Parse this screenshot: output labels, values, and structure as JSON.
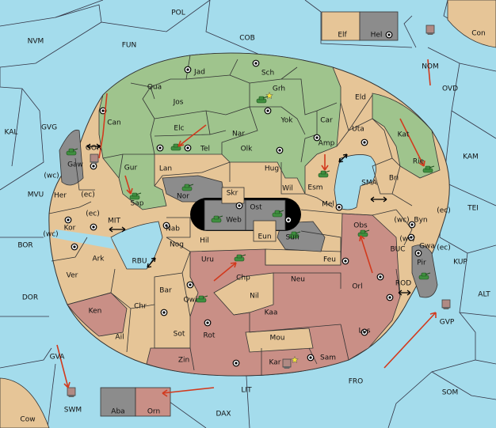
{
  "colors": {
    "sea": "#a4dcec",
    "tan": "#e6c597",
    "green": "#9fc48d",
    "red": "#c98f86",
    "gray": "#8c8c8c",
    "arrow": "#d23a1e",
    "unit": "#3f8f3f"
  },
  "sea_labels": {
    "pol": "POL",
    "nvm": "NVM",
    "fun": "FUN",
    "cob": "COB",
    "con": "Con",
    "nom": "NOM",
    "ovd": "OVD",
    "kal": "KAL",
    "gvg": "GVG",
    "kam": "KAM",
    "mvu": "MVU",
    "mit": "MIT",
    "sma": "SMA",
    "tei": "TEI",
    "bor": "BOR",
    "rbu": "RBU",
    "buc": "BUC",
    "kup": "KUP",
    "dor": "DOR",
    "rod": "ROD",
    "alt": "ALT",
    "gva": "GVA",
    "gvp": "GVP",
    "fro": "FRO",
    "som": "SOM",
    "lit": "LIT",
    "swm": "SWM",
    "cow": "Cow",
    "dax": "DAX"
  },
  "land_labels": {
    "elf": "Elf",
    "hel": "Hel",
    "jad": "Jad",
    "sch": "Sch",
    "qua": "Qua",
    "grh": "Grh",
    "jos": "Jos",
    "eld": "Eld",
    "can": "Can",
    "yok": "Yok",
    "car": "Car",
    "uta": "Uta",
    "elc": "Elc",
    "nar": "Nar",
    "amp": "Amp",
    "kat": "Kat",
    "gor": "GOR",
    "tel": "Tel",
    "olk": "Olk",
    "rie": "Rie",
    "gaw": "Gaw",
    "gur": "Gur",
    "lan": "Lan",
    "hug": "Hug",
    "bri": "Bri",
    "esm": "Esm",
    "nor": "Nor",
    "wil": "Wil",
    "her": "Her",
    "sap": "Sap",
    "skr": "Skr",
    "ost": "Ost",
    "web": "Web",
    "mel": "Mel",
    "byn": "Byn",
    "kor": "Kor",
    "nab": "Nab",
    "eun": "Eun",
    "obs": "Obs",
    "gwa": "Gwa",
    "hil": "Hil",
    "sun": "Sun",
    "nog": "Nog",
    "ark": "Ark",
    "uru": "Uru",
    "feu": "Feu",
    "pir": "Pir",
    "chp": "Chp",
    "neu": "Neu",
    "ver": "Ver",
    "bar": "Bar",
    "orl": "Orl",
    "qwi": "Qwi",
    "nil": "Nil",
    "ken": "Ken",
    "chr": "Chr",
    "kaa": "Kaa",
    "los": "Los",
    "rot": "Rot",
    "ail": "Ail",
    "sot": "Sot",
    "mou": "Mou",
    "zin": "Zin",
    "sam": "Sam",
    "kar": "Kar",
    "aba": "Aba",
    "orn": "Orn"
  },
  "coast_labels": {
    "wc1": "(wc)",
    "ec1": "(ec)",
    "ec2": "(ec)",
    "wc2": "(wc)",
    "wc3": "(wc)",
    "ec3": "(ec)",
    "wc4": "(wc)",
    "ec4": "(ec)"
  }
}
